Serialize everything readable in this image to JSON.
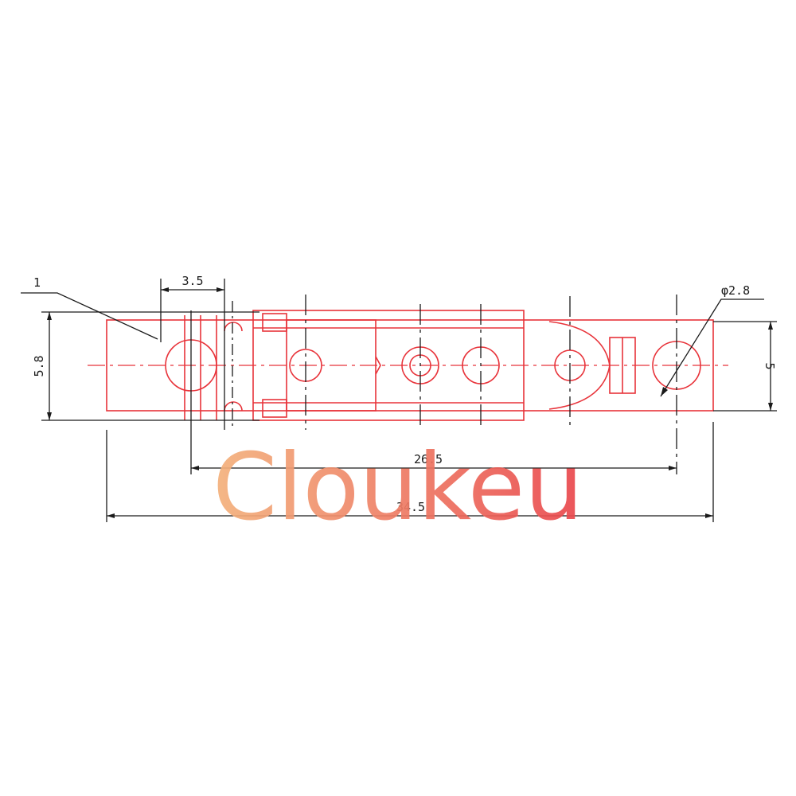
{
  "drawing": {
    "part_callout": "1",
    "dimensions": {
      "pitch_small": "3.5",
      "height_left": "5.8",
      "hole_diameter": "φ2.8",
      "height_right": "5",
      "hole_span": "26.5",
      "overall_length": "34.5"
    },
    "colors": {
      "part_outline": "#e8333a",
      "dimension_lines": "#1a1a1a",
      "background": "#ffffff",
      "watermark_start": "#f3b27c",
      "watermark_end": "#e9464c"
    }
  },
  "watermark": {
    "text": "Cloukeu"
  }
}
